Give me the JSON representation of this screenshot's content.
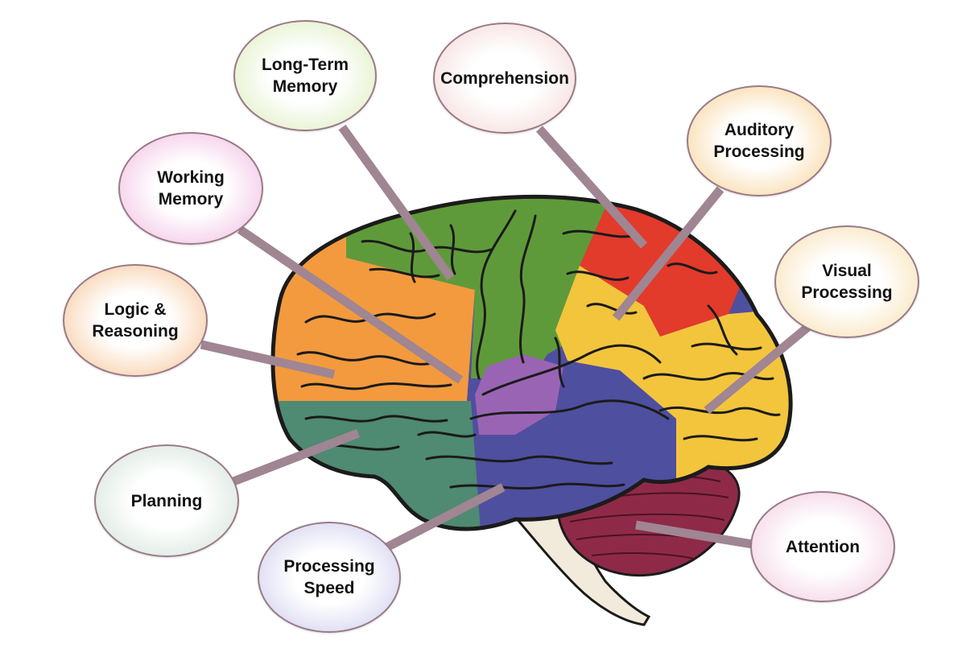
{
  "labels": {
    "long_term_memory": "Long-Term\nMemory",
    "comprehension": "Comprehension",
    "auditory_processing": "Auditory\nProcessing",
    "working_memory": "Working\nMemory",
    "visual_processing": "Visual\nProcessing",
    "logic_reasoning": "Logic &\nReasoning",
    "planning": "Planning",
    "processing_speed": "Processing\nSpeed",
    "attention": "Attention"
  },
  "colors": {
    "outline": "#1b1b1b",
    "connector": "#a08592",
    "bubble_border": "#9a7a86",
    "frontal_orange": "#f39a3e",
    "motor_green": "#5f9a3a",
    "prefrontal_teal": "#4f8a72",
    "parietal_yellow": "#f3c53c",
    "sensory_red": "#e23a2b",
    "temporal_blue": "#4f4fa0",
    "insula_purple": "#9a64b4",
    "cerebellum_maroon": "#8e2a48",
    "brainstem_cream": "#f2eadb",
    "bubble_long_term_memory": "#d9ecb7",
    "bubble_comprehension": "#f3d3d3",
    "bubble_auditory_processing": "#f7cf8f",
    "bubble_working_memory": "#f0b6e0",
    "bubble_visual_processing": "#f7dca8",
    "bubble_logic_reasoning": "#f6c08f",
    "bubble_planning": "#cfe0d5",
    "bubble_processing_speed": "#c9c8ec",
    "bubble_attention": "#f1c7dc"
  }
}
